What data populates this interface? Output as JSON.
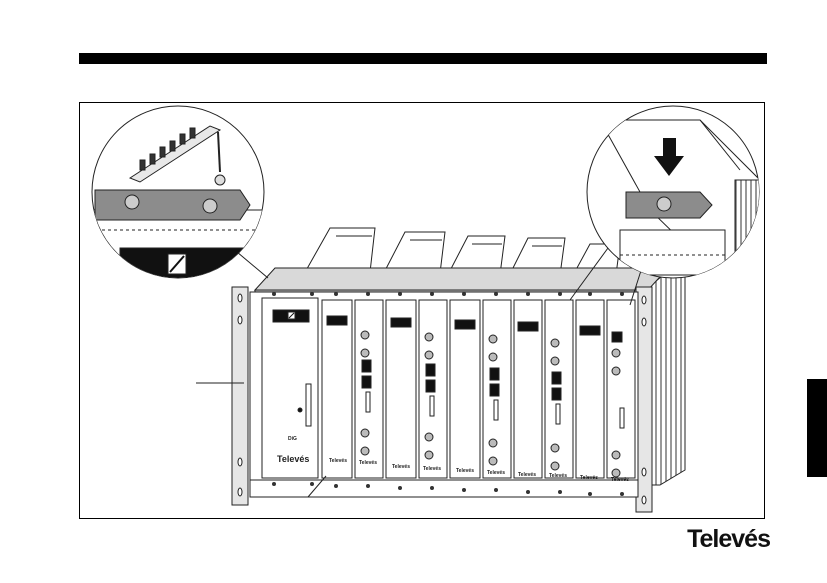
{
  "brand": {
    "footer_logo": "Televés",
    "module_label": "Televés",
    "psu_label": "Televés",
    "psu_badge": "DiG",
    "accent": "#000000"
  },
  "icons": [
    "down-arrow-icon",
    "screw-icon",
    "screwdriver-icon",
    "power-module-logo-icon"
  ]
}
